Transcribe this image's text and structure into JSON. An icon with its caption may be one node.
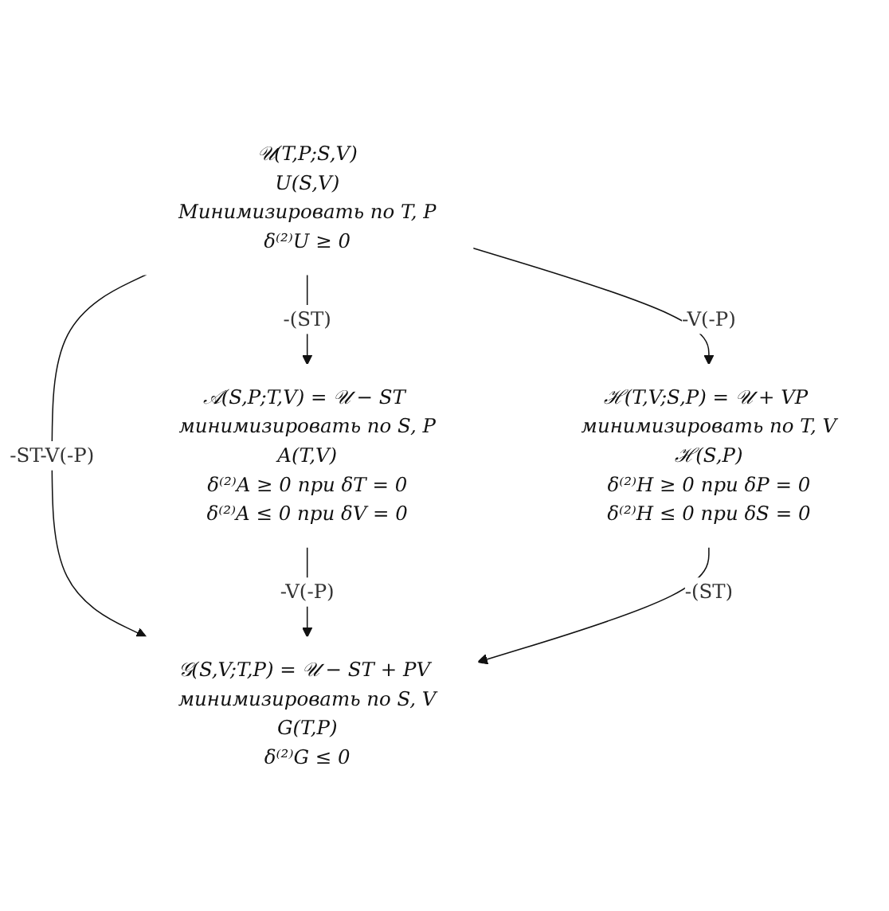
{
  "diagram": {
    "nodes": [
      {
        "text": [
          "𝒰(T,P;S,V)",
          "U(S,V)",
          "Минимизировать по T, P",
          "δ⁽²⁾U ≥ 0"
        ]
      },
      {
        "text": [
          "𝒜(S,P;T,V) = 𝒰 − ST минимизировать по S, P",
          "A(T,V)",
          "δ⁽²⁾A ≥ 0 при δT = 0",
          "δ⁽²⁾A ≤ 0 при δV = 0"
        ]
      },
      {
        "text": [
          "ℋ(T,V;S,P) = 𝒰 + VP минимизировать по T, V",
          "ℋ(S,P)",
          "δ⁽²⁾H ≥ 0 при δP = 0",
          "δ⁽²⁾H ≤ 0 при δS = 0"
        ]
      },
      {
        "text": [
          "𝒢(S,V;T,P) = 𝒰 − ST + PV минимизировать по S, V",
          "G(T,P)",
          "δ⁽²⁾G ≤ 0"
        ]
      }
    ],
    "edges": [
      {
        "from": 0,
        "to": 1,
        "arrow": "to",
        "label": "-(ST)"
      },
      {
        "from": 0,
        "to": 2,
        "arrow": "to",
        "label": "-V(-P)"
      },
      {
        "from": 0,
        "to": 3,
        "arrow": "to",
        "label": "-ST-V(-P)"
      },
      {
        "from": 1,
        "to": 3,
        "arrow": "to",
        "label": "-V(-P)"
      },
      {
        "from": 2,
        "to": 3,
        "arrow": "to",
        "label": "-(ST)"
      }
    ]
  }
}
